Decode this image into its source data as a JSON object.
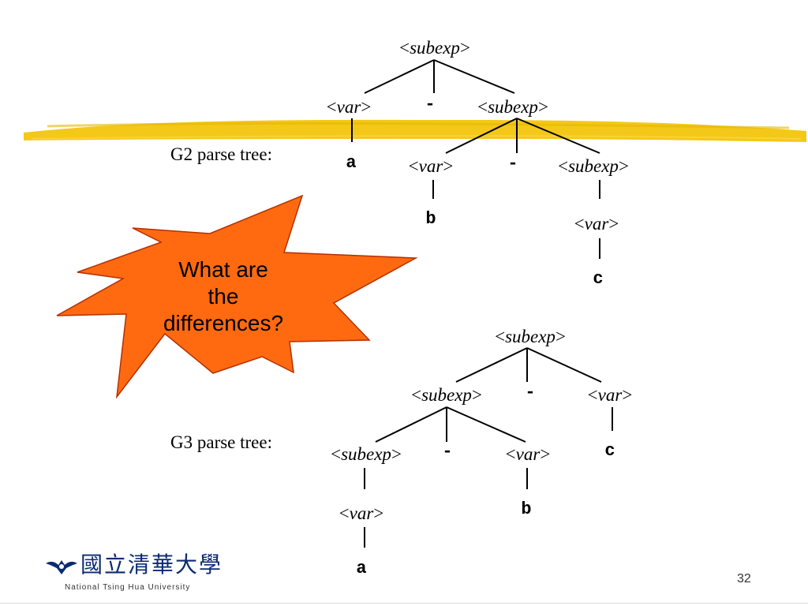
{
  "highlight_color": "#f2c200",
  "callout": {
    "text_lines": [
      "What are",
      "the",
      "differences?"
    ],
    "fill_color": "#ff6a10"
  },
  "g2": {
    "caption": "G2 parse tree:",
    "n_root": "subexp",
    "n_var1": "var",
    "t_minus1": "-",
    "n_sub1": "subexp",
    "t_a": "a",
    "n_var2": "var",
    "t_minus2": "-",
    "n_sub2": "subexp",
    "t_b": "b",
    "n_var3": "var",
    "t_c": "c"
  },
  "g3": {
    "caption": "G3 parse tree:",
    "n_root": "subexp",
    "n_sub1": "subexp",
    "t_minus1": "-",
    "n_var1": "var",
    "n_sub2": "subexp",
    "t_minus2": "-",
    "n_var2": "var",
    "t_c": "c",
    "n_var3": "var",
    "t_b": "b",
    "t_a": "a"
  },
  "logo": {
    "chinese": "國立清華大學",
    "english": "National Tsing Hua University",
    "icon": "nthu-emblem-icon"
  },
  "page_number": "32"
}
